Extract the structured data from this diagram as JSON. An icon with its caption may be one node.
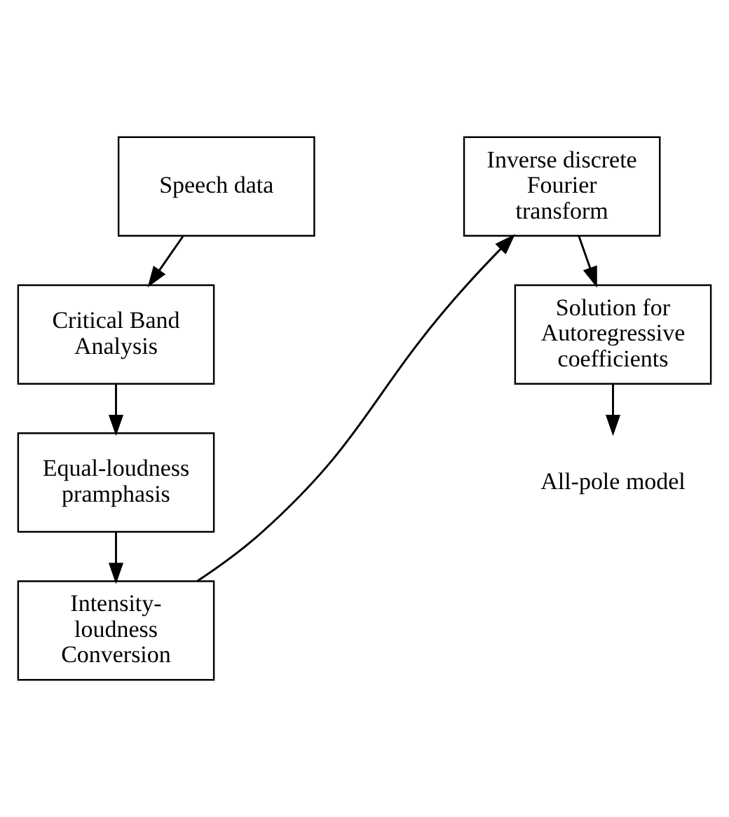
{
  "diagram": {
    "nodes": [
      {
        "text": [
          "Speech data"
        ]
      },
      {
        "text": [
          "Critical Band Analysis"
        ]
      },
      {
        "text": [
          "Equal-loudness pramphasis"
        ]
      },
      {
        "text": [
          "Intensity-loudness Conversion"
        ]
      },
      {
        "text": [
          "Inverse discrete Fourier transform"
        ]
      },
      {
        "text": [
          "Solution for Autoregressive coefficients"
        ]
      },
      {
        "text": [
          "All-pole model"
        ]
      }
    ],
    "edges": [
      {
        "from": 0,
        "to": 1,
        "arrow": "to"
      },
      {
        "from": 1,
        "to": 2,
        "arrow": "to"
      },
      {
        "from": 2,
        "to": 3,
        "arrow": "to"
      },
      {
        "from": 3,
        "to": 4,
        "arrow": "to"
      },
      {
        "from": 4,
        "to": 5,
        "arrow": "to"
      },
      {
        "from": 5,
        "to": 6,
        "arrow": "to"
      }
    ]
  }
}
